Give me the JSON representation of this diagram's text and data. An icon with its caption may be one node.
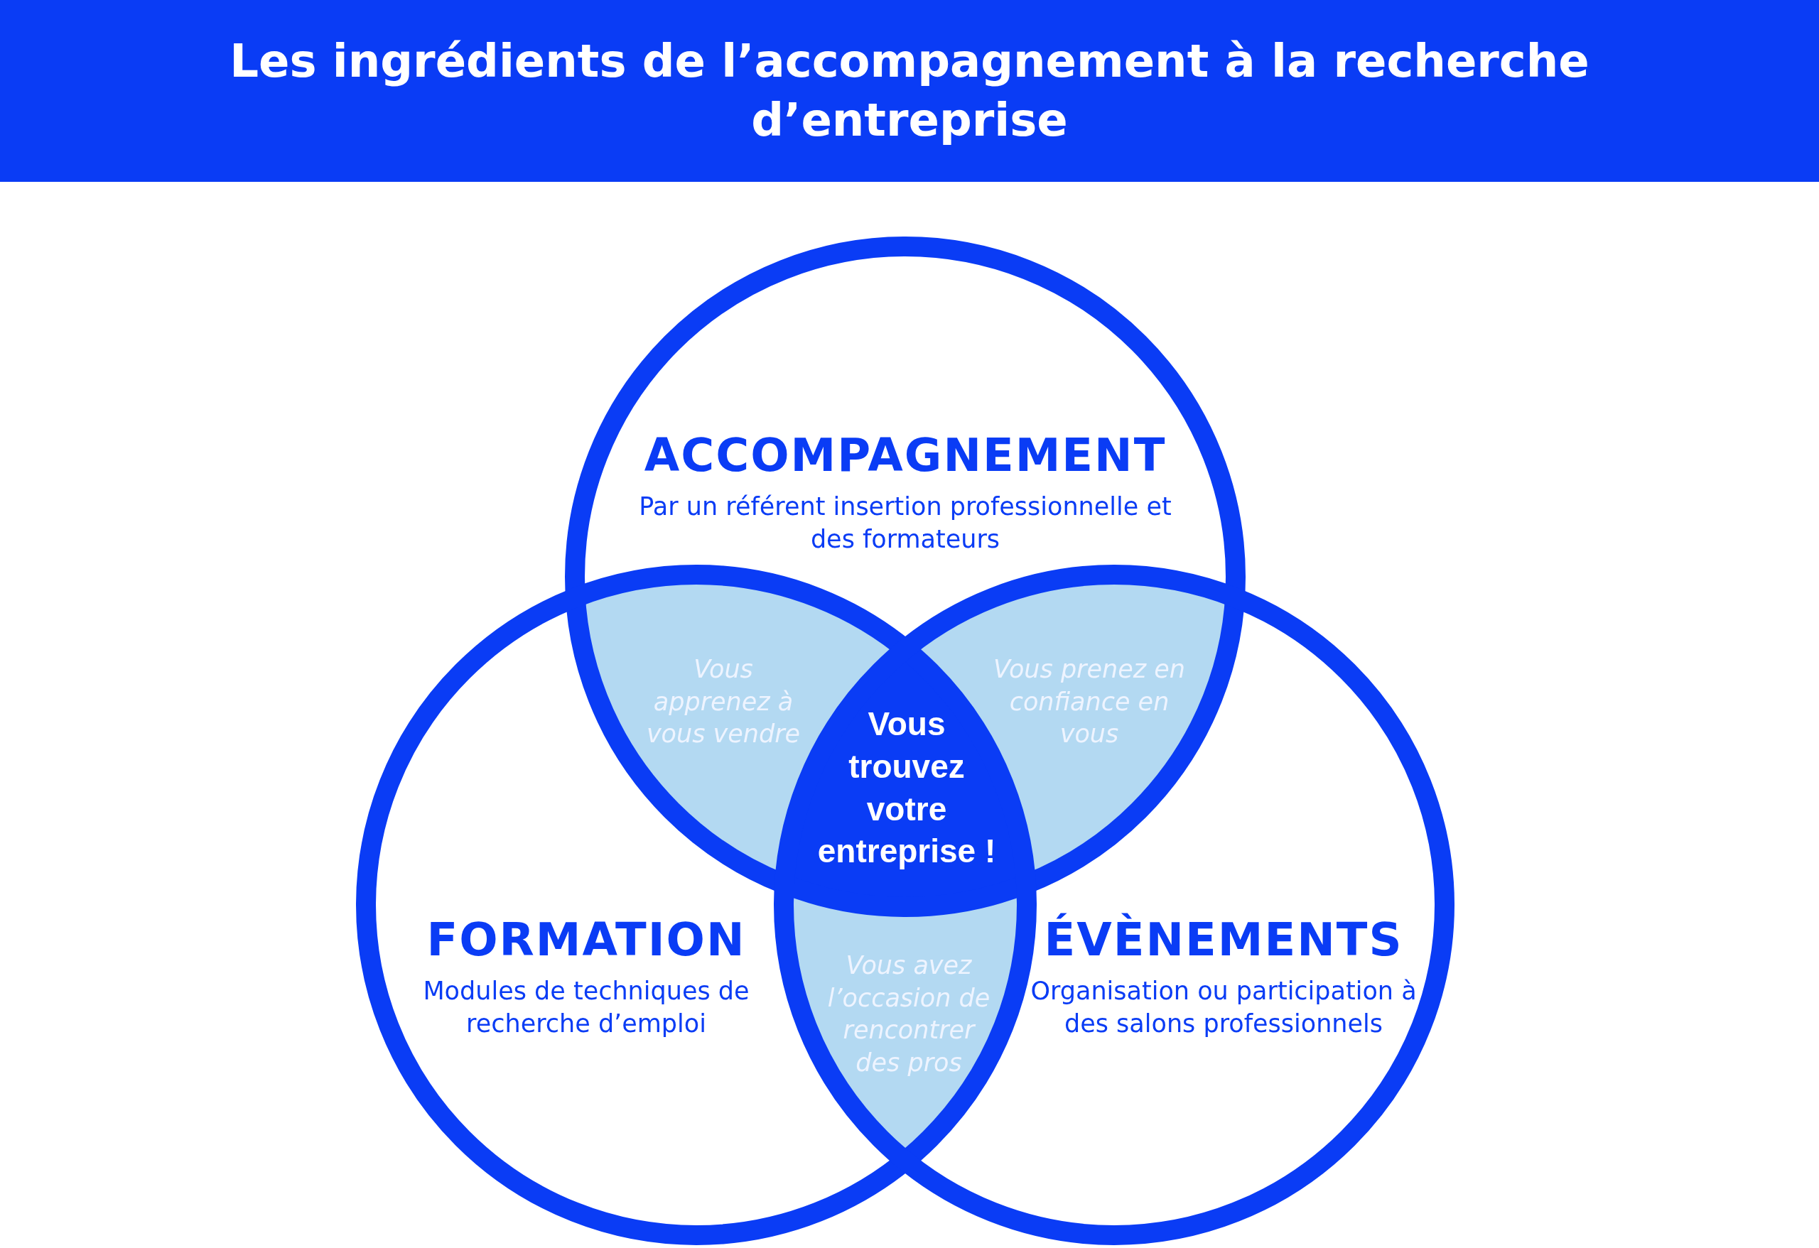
{
  "diagram": {
    "title": "Les ingrédients de l’accompagnement à la recherche d’entreprise",
    "nodes": [
      {
        "text": [
          "ACCOMPAGNEMENT",
          "Par un référent insertion professionnelle et des formateurs"
        ]
      },
      {
        "text": [
          "Vous apprenez à vous vendre"
        ]
      },
      {
        "text": [
          "Vous prenez en confiance en vous"
        ]
      },
      {
        "text": [
          "Vous trouvez votre entreprise !"
        ]
      },
      {
        "text": [
          "FORMATION",
          "Modules de techniques de recherche d’emploi"
        ]
      },
      {
        "text": [
          "Vous avez l’occasion de rencontrer des pros"
        ]
      },
      {
        "text": [
          "ÉVÈNEMENTS",
          "Organisation ou participation à des salons professionnels"
        ]
      }
    ]
  }
}
